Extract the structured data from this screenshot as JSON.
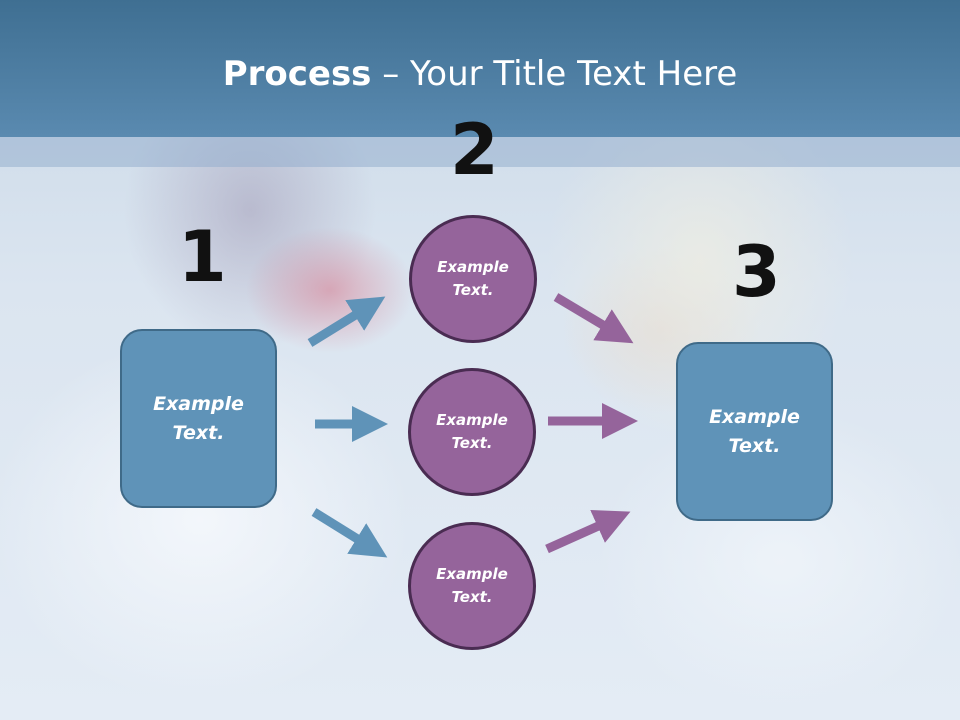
{
  "title": {
    "bold": "Process",
    "rest": " – Your Title Text Here"
  },
  "steps": {
    "one": "1",
    "two": "2",
    "three": "3"
  },
  "left_box": {
    "text": "Example\nText."
  },
  "circles": [
    {
      "text": "Example\nText."
    },
    {
      "text": "Example\nText."
    },
    {
      "text": "Example\nText."
    }
  ],
  "right_box": {
    "text": "Example\nText."
  },
  "colors": {
    "header": "#4a7ca1",
    "box_fill": "#5f93b8",
    "circle_fill": "#95649b",
    "arrow_blue": "#5f93b8",
    "arrow_purple": "#95649b"
  }
}
